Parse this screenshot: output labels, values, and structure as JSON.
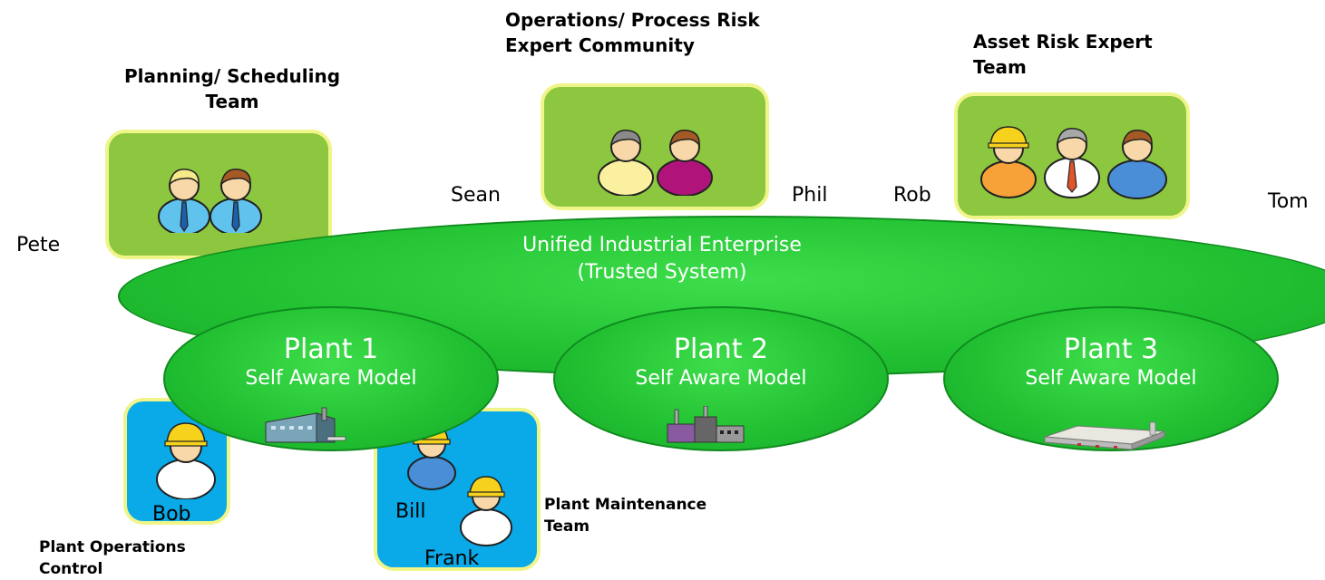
{
  "enterprise": {
    "line1": "Unified Industrial Enterprise",
    "line2": "(Trusted System)"
  },
  "plants": [
    {
      "name": "Plant 1",
      "model": "Self Aware Model",
      "icon": "factory-icon"
    },
    {
      "name": "Plant 2",
      "model": "Self Aware Model",
      "icon": "refinery-icon"
    },
    {
      "name": "Plant 3",
      "model": "Self Aware Model",
      "icon": "warehouse-icon"
    }
  ],
  "teams": {
    "planning": {
      "title_line1": "Planning/ Scheduling",
      "title_line2": "Team"
    },
    "operations_risk": {
      "title_line1": "Operations/ Process Risk",
      "title_line2": "Expert Community"
    },
    "asset_risk": {
      "title_line1": "Asset Risk Expert",
      "title_line2": "Team"
    },
    "plant_operations": {
      "title_line1": "Plant Operations",
      "title_line2": "Control"
    },
    "plant_maintenance": {
      "title_line1": "Plant Maintenance",
      "title_line2": "Team"
    }
  },
  "people": {
    "pete": "Pete",
    "sean": "Sean",
    "phil": "Phil",
    "rob": "Rob",
    "tom": "Tom",
    "bob": "Bob",
    "bill": "Bill",
    "frank": "Frank"
  },
  "colors": {
    "ellipse_green": "#22c233",
    "team_box_green": "#8dc63f",
    "team_box_blue": "#0aa9e8",
    "box_border_yellow": "#f0f58a"
  }
}
